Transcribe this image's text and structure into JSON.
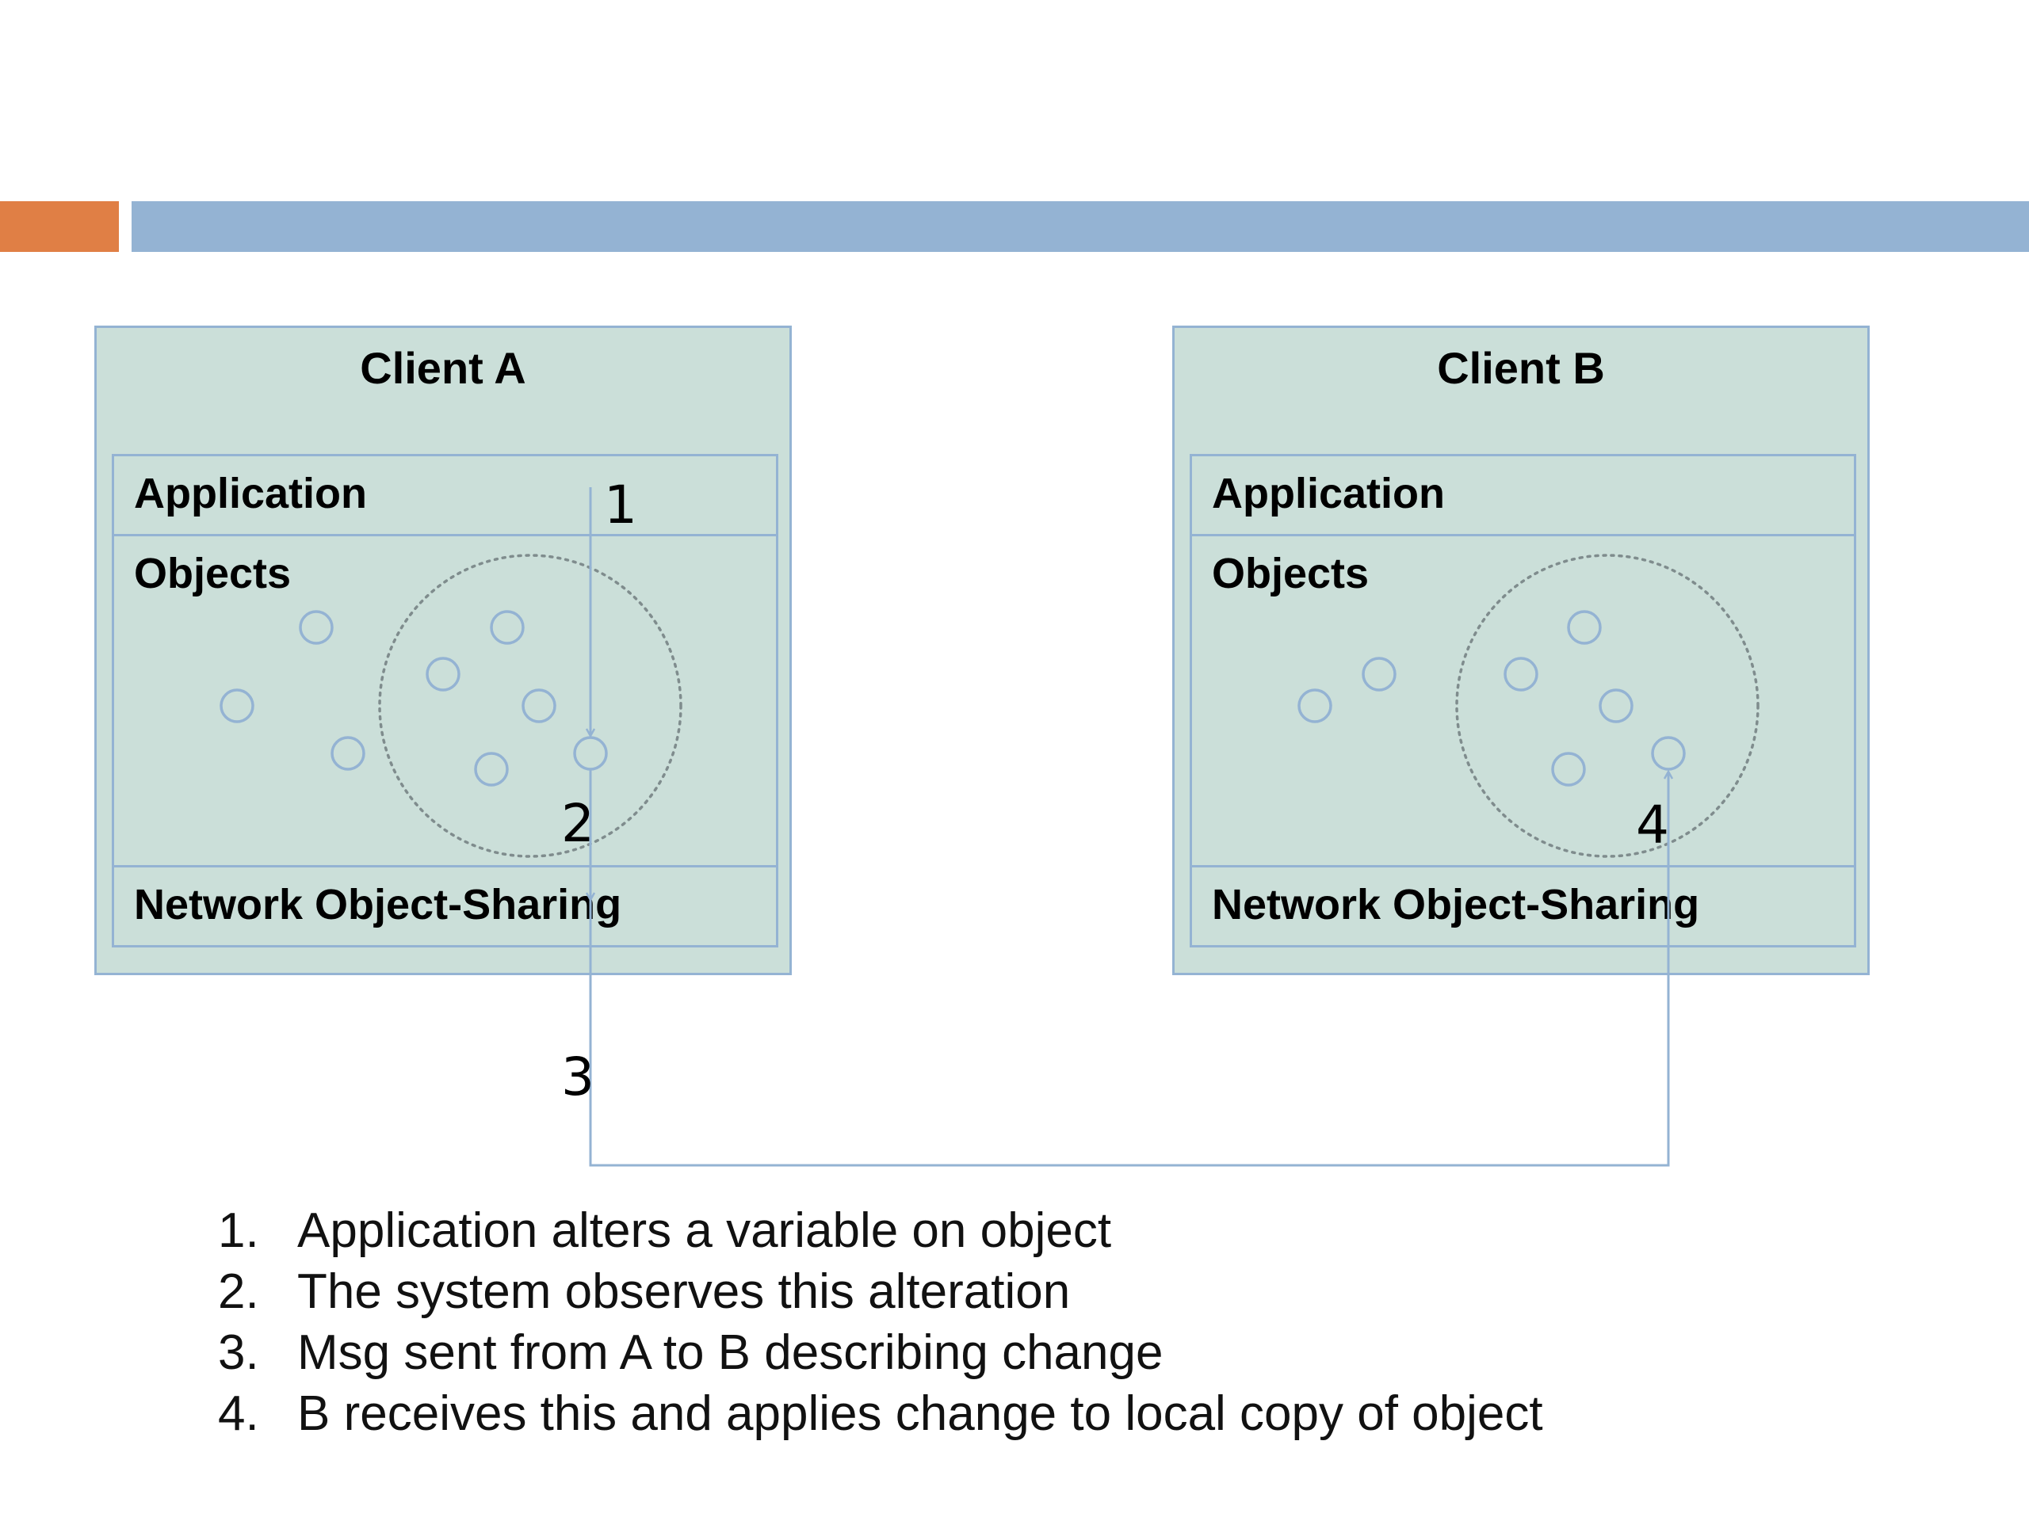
{
  "client_a": {
    "title": "Client A",
    "application_label": "Application",
    "objects_label": "Objects",
    "network_label": "Network Object-Sharing"
  },
  "client_b": {
    "title": "Client B",
    "application_label": "Application",
    "objects_label": "Objects",
    "network_label": "Network Object-Sharing"
  },
  "flow_markers": [
    "1",
    "2",
    "3",
    "4"
  ],
  "steps": [
    {
      "num": "1.",
      "text": "Application alters a variable on object"
    },
    {
      "num": "2.",
      "text": "The system observes this alteration"
    },
    {
      "num": "3.",
      "text": "Msg sent from A to B describing change"
    },
    {
      "num": "4.",
      "text": "B receives this and applies change to local copy of object"
    }
  ],
  "colors": {
    "accent_orange": "#e07f45",
    "accent_blue": "#94b3d3",
    "box_fill": "#cbdfd9",
    "line": "#94b3d3"
  }
}
